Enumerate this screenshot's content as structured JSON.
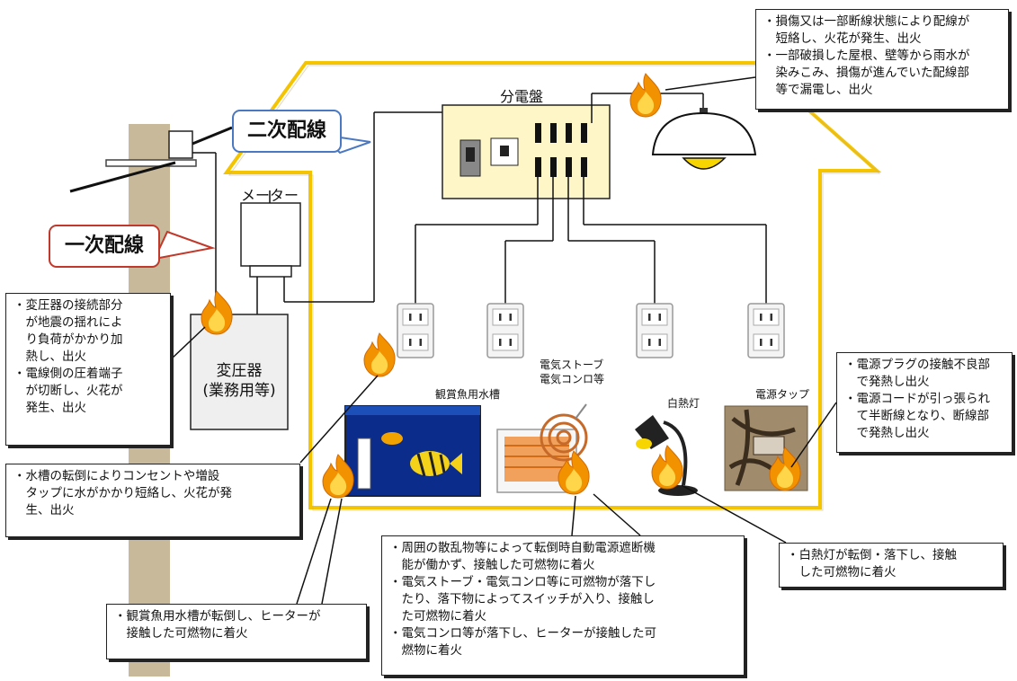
{
  "labels": {
    "panel": "分電盤",
    "meter": "メーター",
    "transformer_line1": "変圧器",
    "transformer_line2": "(業務用等)",
    "primary_wiring": "一次配線",
    "secondary_wiring": "二次配線",
    "aquarium": "観賞魚用水槽",
    "stove_line1": "電気ストーブ",
    "stove_line2": "電気コンロ等",
    "lamp": "白熱灯",
    "power_strip": "電源タップ"
  },
  "notes": {
    "top_right": [
      "・損傷又は一部断線状態により配線が",
      "　短絡し、火花が発生、出火",
      "・一部破損した屋根、壁等から雨水が",
      "　染みこみ、損傷が進んでいた配線部",
      "　等で漏電し、出火"
    ],
    "transformer": [
      "・変圧器の接続部分",
      "　が地震の揺れによ",
      "　り負荷がかかり加",
      "　熱し、出火",
      "・電線側の圧着端子",
      "　が切断し、火花が",
      "　発生、出火"
    ],
    "tank_tip": [
      "・水槽の転倒によりコンセントや増設",
      "　タップに水がかかり短絡し、火花が発",
      "　生、出火"
    ],
    "aquarium_fall": [
      "・観賞魚用水槽が転倒し、ヒーターが",
      "　接触した可燃物に着火"
    ],
    "stove": [
      "・周囲の散乱物等によって転倒時自動電源遮断機",
      "　能が働かず、接触した可燃物に着火",
      "・電気ストーブ・電気コンロ等に可燃物が落下し",
      "　たり、落下物によってスイッチが入り、接触し",
      "　た可燃物に着火",
      "・電気コンロ等が落下し、ヒーターが接触した可",
      "　燃物に着火"
    ],
    "lamp": [
      "・白熱灯が転倒・落下し、接触",
      "　した可燃物に着火"
    ],
    "power_strip": [
      "・電源プラグの接触不良部",
      "　で発熱し出火",
      "・電源コードが引っ張られ",
      "　て半断線となり、断線部",
      "　で発熱し出火"
    ]
  },
  "colors": {
    "house_outline": "#f5c400",
    "primary_callout": "#c0392b",
    "secondary_callout": "#4a78c2",
    "panel_fill": "#fff6c8",
    "flame_outer": "#f39200",
    "flame_inner": "#ffd54a",
    "pole": "#c8b99a"
  },
  "icons": [
    "flame-icon",
    "outlet-icon",
    "breaker-icon",
    "ceiling-lamp-icon",
    "desk-lamp-icon",
    "heater-icon",
    "fish-tank-icon",
    "power-strip-photo"
  ]
}
